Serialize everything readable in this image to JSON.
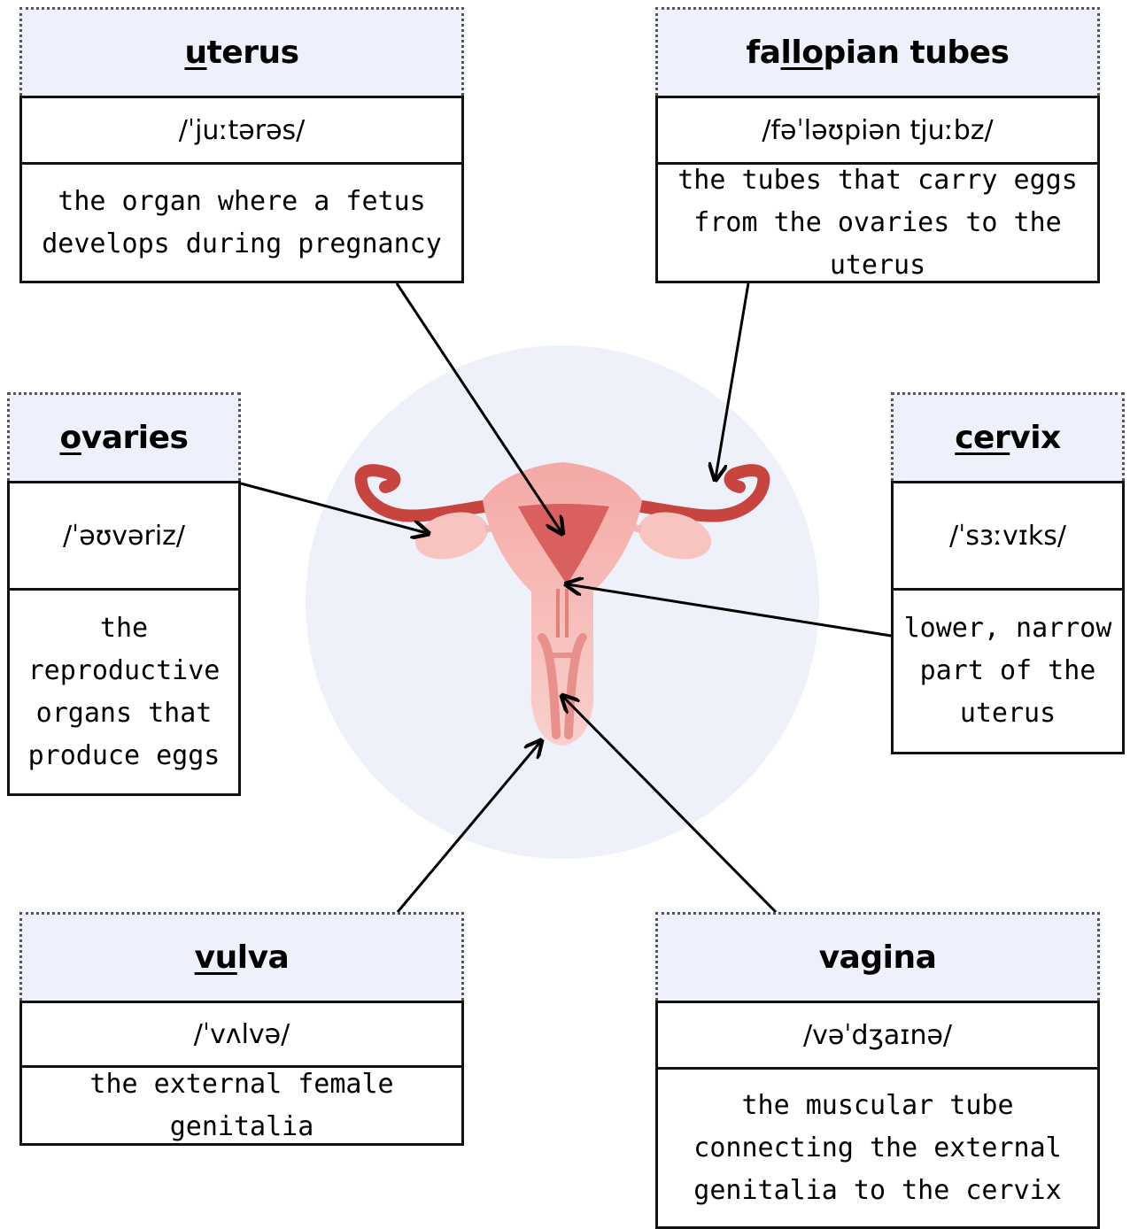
{
  "terms": [
    {
      "key": "uterus",
      "underlined": "u",
      "rest": "terus",
      "ipa": "/ˈjuːtərəs/",
      "definition": "the organ where a fetus develops during pregnancy"
    },
    {
      "key": "fallopian",
      "pre": "fa",
      "underlined": "llo",
      "rest": "pian tubes",
      "ipa": "/fəˈləʊpiən tjuːbz/",
      "definition": "the tubes that carry eggs from the ovaries to the uterus"
    },
    {
      "key": "ovaries",
      "underlined": "o",
      "rest": "varies",
      "ipa": "/ˈəʊvəriz/",
      "definition": "the reproductive organs that produce eggs"
    },
    {
      "key": "cervix",
      "underlined": "cer",
      "rest": "vix",
      "ipa": "/ˈsɜːvɪks/",
      "definition": "lower, narrow part of the uterus"
    },
    {
      "key": "vulva",
      "underlined": "vu",
      "rest": "lva",
      "ipa": "/ˈvʌlvə/",
      "definition": "the external female genitalia"
    },
    {
      "key": "vagina",
      "word": "vagina",
      "ipa": "/vəˈdʒaɪnə/",
      "definition": "the muscular tube connecting the external genitalia to the cervix"
    }
  ],
  "colors": {
    "header_bg": "#eef0fb",
    "circle_bg": "#eef0fa",
    "organ_outer": "#f3a7a5",
    "organ_inner": "#d9605f",
    "tube": "#c8443f"
  }
}
